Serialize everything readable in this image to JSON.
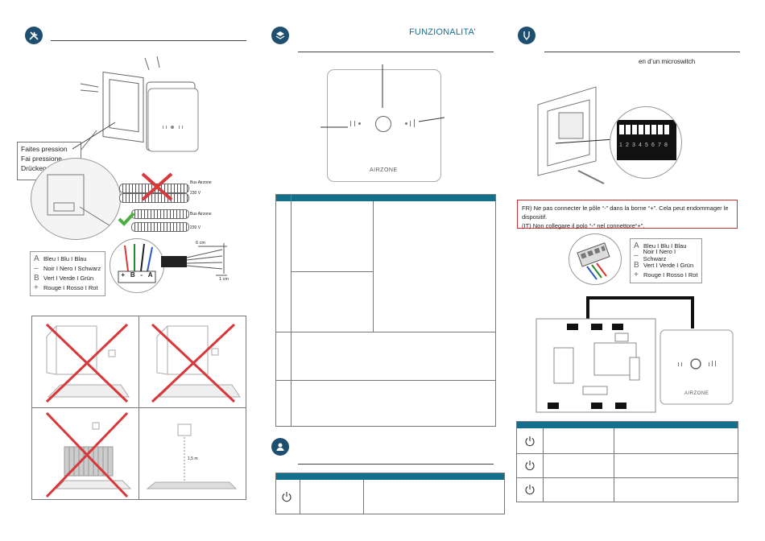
{
  "col2": {
    "title": "FUNZIONALITA’"
  },
  "col3": {
    "subtitle": "en d’un microswitch",
    "warning_fr": "FR) Ne pas connecter le pôle “-” dans la borne “+”. Cela peut endommager le dispositif.",
    "warning_it": "(IT) Non collegare il polo “-” nel connettore“+”.",
    "legend": [
      {
        "letter": "A",
        "text": "Bleu I Blu I Blau"
      },
      {
        "letter": "–",
        "text": "Noir I Nero I Schwarz"
      },
      {
        "letter": "B",
        "text": "Vert I Verde I Grün"
      },
      {
        "letter": "+",
        "text": "Rouge I Rosso I Rot"
      }
    ],
    "dip_numbers": [
      "1",
      "2",
      "3",
      "4",
      "5",
      "6",
      "7",
      "8"
    ],
    "brand": "AIRZONE"
  },
  "col1": {
    "press_lines": [
      "Faites pression",
      "Fai pressione",
      "Drücken sie"
    ],
    "cable_labels": [
      "Bus Airzone",
      "230 V",
      "Bus Airzone",
      "230 V"
    ],
    "legend": [
      {
        "letter": "A",
        "text": "Bleu I Blu I Blau"
      },
      {
        "letter": "–",
        "text": "Noir I Nero I Schwarz"
      },
      {
        "letter": "B",
        "text": "Vert I Verde I Grün"
      },
      {
        "letter": "+",
        "text": "Rouge I Rosso I Rot"
      }
    ],
    "terminal_labels": [
      "+",
      "B",
      "-",
      "A"
    ],
    "dim_6cm": "6 cm",
    "dim_1cm": "1 cm",
    "height_label": "1,5 m"
  },
  "device": {
    "brand": "AIRZONE"
  }
}
